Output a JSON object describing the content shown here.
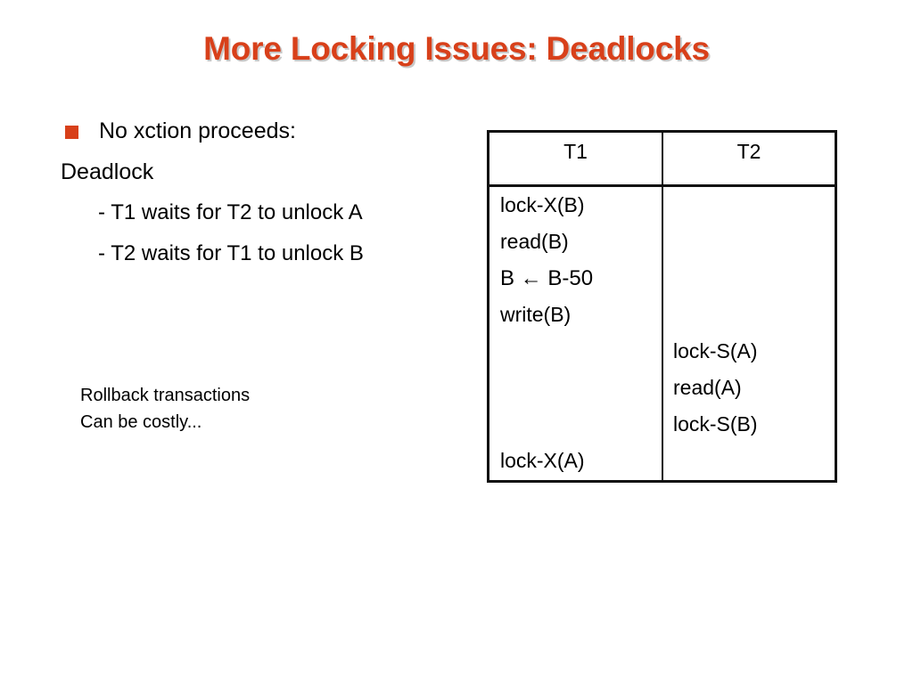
{
  "slide": {
    "title": "More Locking Issues: Deadlocks",
    "title_color": "#D8401A",
    "bullet_color": "#D8401A",
    "background": "#ffffff"
  },
  "content": {
    "bullet": "No xction proceeds:",
    "statement": "Deadlock",
    "sub_points": [
      "- T1 waits for T2 to unlock A",
      "- T2 waits for T1 to unlock B"
    ],
    "note": [
      "Rollback transactions",
      "Can be costly..."
    ]
  },
  "schedule": {
    "headers": [
      "T1",
      "T2"
    ],
    "t1_ops": [
      "lock-X(B)",
      "read(B)",
      "B ← B-50",
      "write(B)",
      "",
      "",
      "",
      "lock-X(A)"
    ],
    "t2_ops": [
      "",
      "",
      "",
      "",
      "lock-S(A)",
      "read(A)",
      "lock-S(B)",
      ""
    ]
  }
}
